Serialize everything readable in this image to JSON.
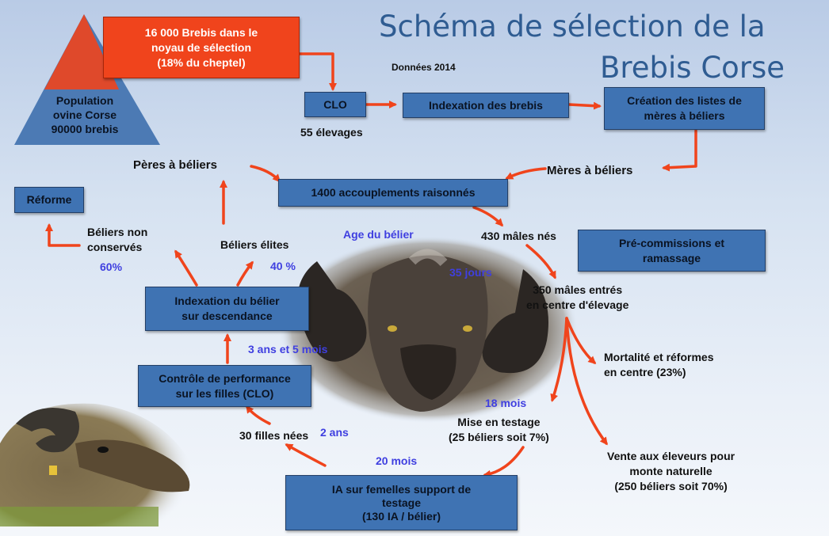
{
  "title": {
    "line1": "Schéma de sélection de la",
    "line2": "Brebis Corse",
    "subtitle": "Données 2014"
  },
  "colors": {
    "box_blue": "#3f73b3",
    "box_red": "#f0441c",
    "arrow": "#f0441c",
    "title": "#2f5c92",
    "age_text": "#3f3fe0"
  },
  "pyramid": {
    "label": "Population\novine Corse\n90000 brebis"
  },
  "boxes": {
    "noyau": "16 000 Brebis dans le\nnoyau de sélection\n(18% du cheptel)",
    "clo": "CLO",
    "indexation_brebis": "Indexation des brebis",
    "listes_meres": "Création des listes de\nmères à béliers",
    "accouplements": "1400 accouplements raisonnés",
    "reforme": "Réforme",
    "precommissions": "Pré-commissions et\nramassage",
    "indexation_belier": "Indexation du bélier\nsur descendance",
    "controle_perf": "Contrôle de performance\nsur les filles (CLO)",
    "ia": "IA sur femelles support de\ntestage\n(130 IA / bélier)"
  },
  "labels": {
    "elevages": "55 élevages",
    "peres": "Pères à béliers",
    "meres": "Mères à béliers",
    "males_nes": "430 mâles nés",
    "males_entres": "350 mâles entrés\nen centre d'élevage",
    "beliers_non": "Béliers non\nconservés",
    "pct_60": "60%",
    "beliers_elites": "Béliers élites",
    "pct_40": "40 %",
    "mortalite": "Mortalité et réformes\nen centre (23%)",
    "mise_testage": "Mise en testage\n(25 béliers soit 7%)",
    "vente": "Vente aux éleveurs pour\nmonte naturelle\n(250 béliers soit 70%)",
    "filles_nees": "30  filles nées"
  },
  "ages": {
    "heading": "Age du bélier",
    "a35": "35 jours",
    "a18": "18 mois",
    "a20": "20 mois",
    "a3": "3 ans et 5 mois",
    "a2": "2 ans"
  }
}
